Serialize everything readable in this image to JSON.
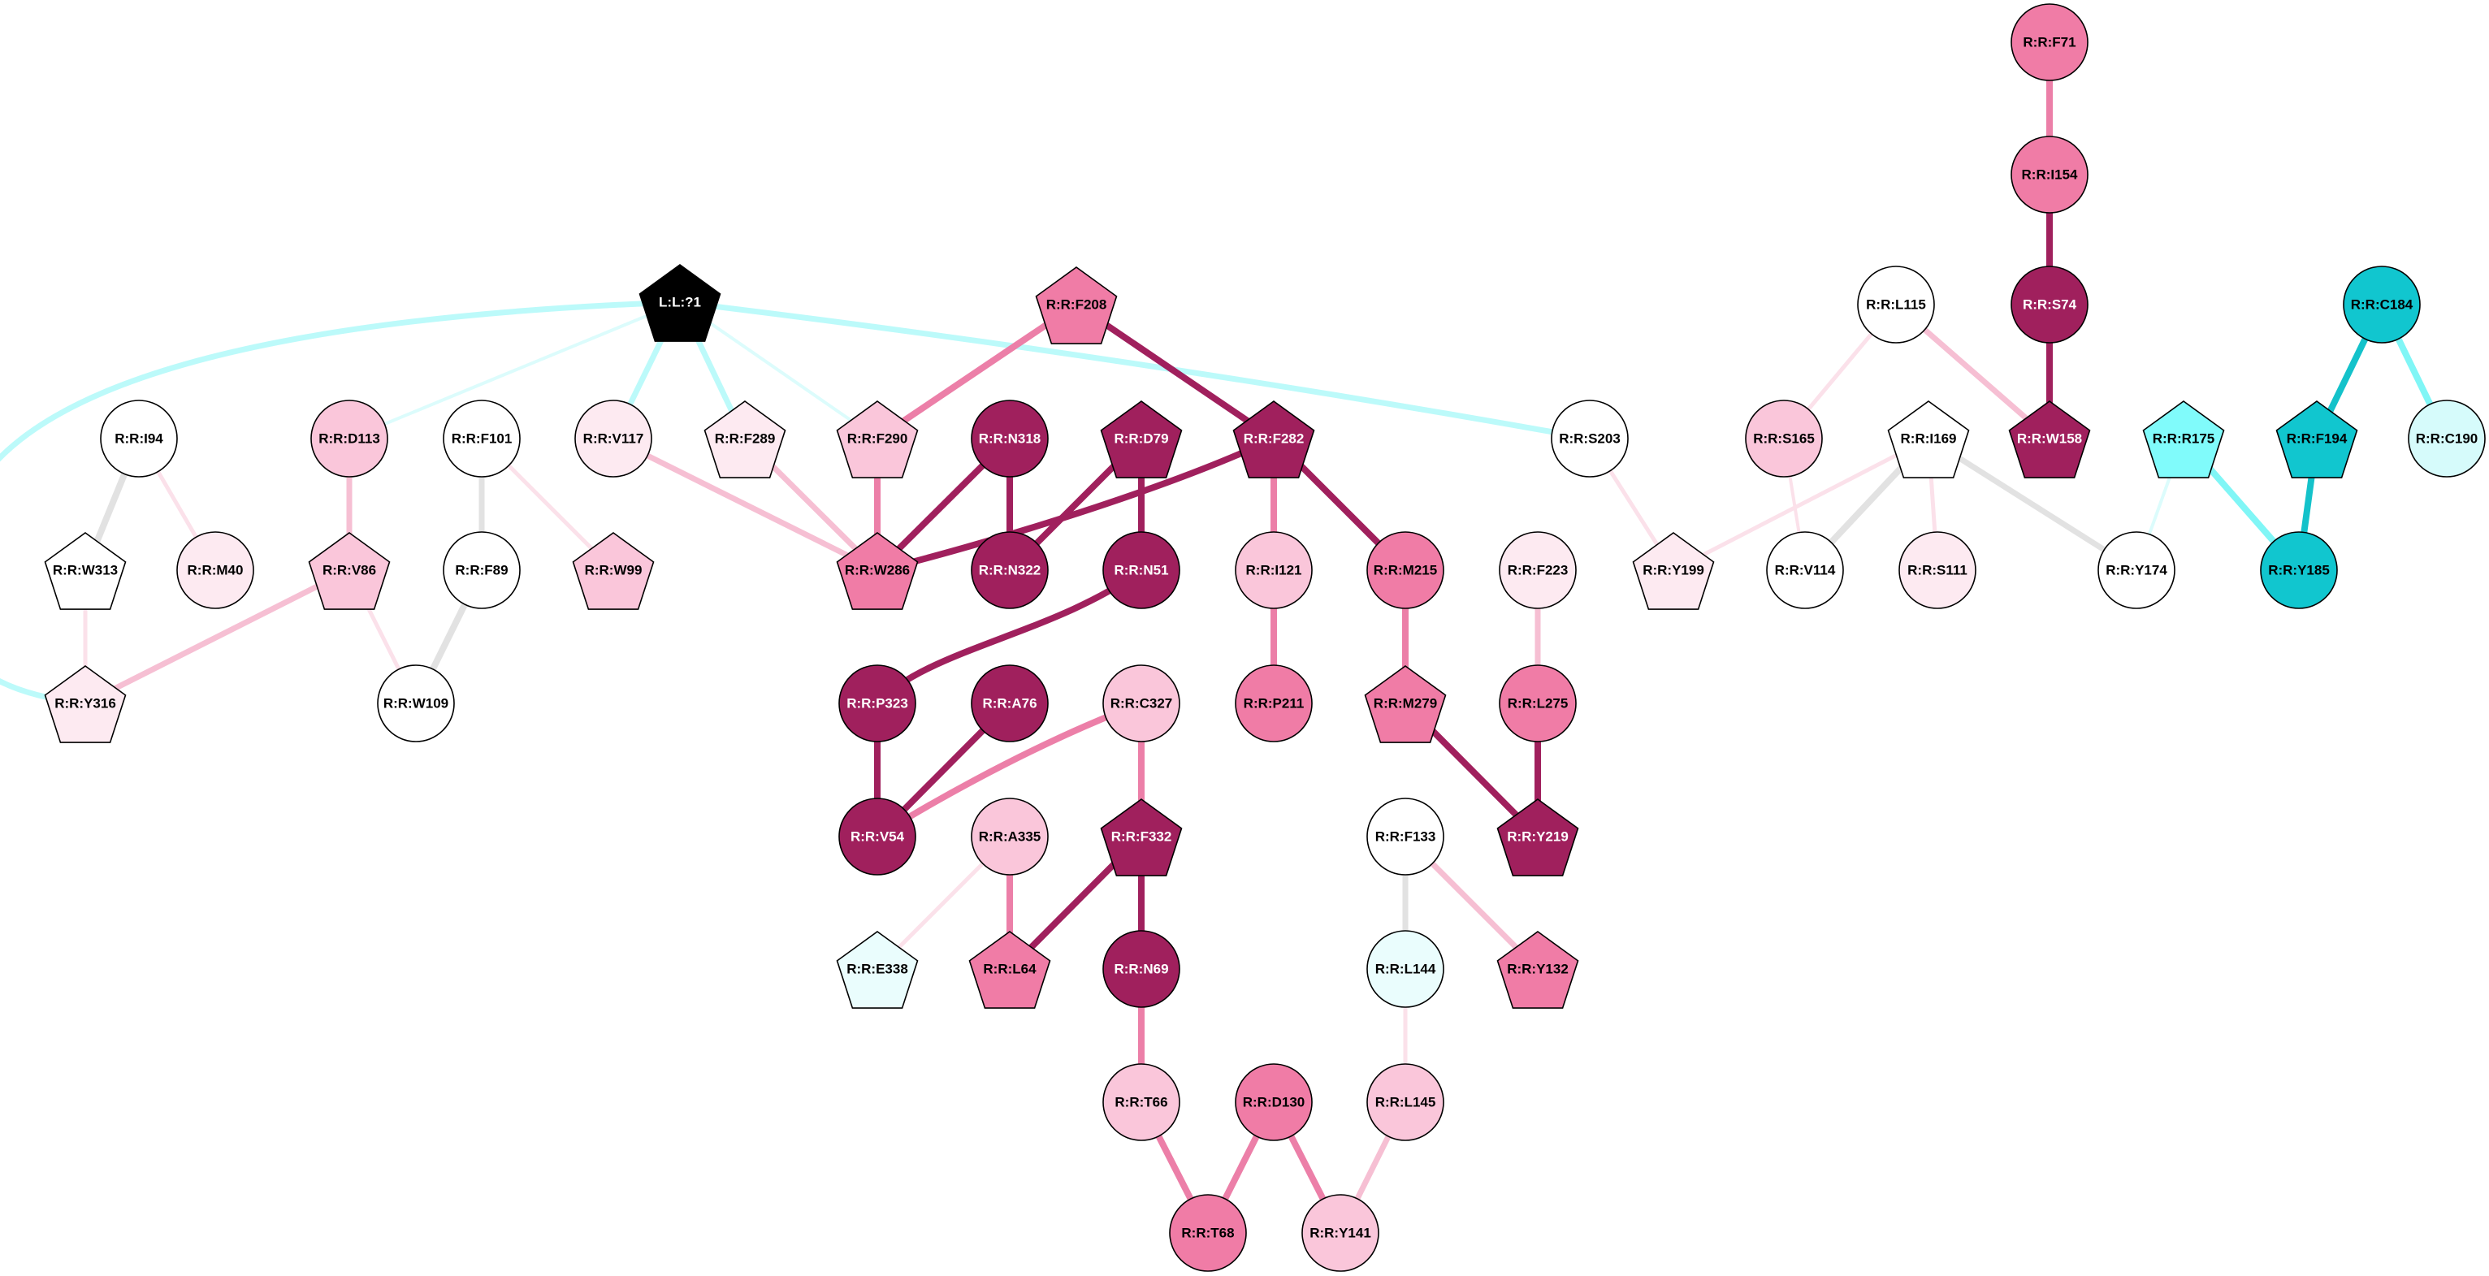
{
  "colors": {
    "white": "#ffffff",
    "pink_faint": "#fdeaf1",
    "pink_light": "#fac6da",
    "pink_mid": "#f07ca6",
    "magenta_dark": "#a0205d",
    "cyan_faint": "#eafdfd",
    "cyan_light": "#d6fbfb",
    "cyan_mid": "#80fbfb",
    "cyan_dark": "#11c6cf",
    "black": "#000000",
    "edge_gray": "#e2e2e2",
    "edge_pink_faint": "#fbe1ea",
    "edge_pink_light": "#f6bfd3",
    "edge_pink_mid": "#ec7fa8",
    "edge_magenta": "#a0205d",
    "edge_cyan_faint": "#dcfcfc",
    "edge_cyan_light": "#bcfafa",
    "edge_cyan_mid": "#80f6f6",
    "edge_cyan_dark": "#14c2ca"
  },
  "nodes": [
    {
      "id": "L:L:?1",
      "label": "L:L:?1",
      "shape": "pentagon",
      "fill": "black",
      "text": "white"
    },
    {
      "id": "R:R:F208",
      "label": "R:R:F208",
      "shape": "pentagon",
      "fill": "pink_mid",
      "text": "black"
    },
    {
      "id": "R:R:F71",
      "label": "R:R:F71",
      "shape": "circle",
      "fill": "pink_mid",
      "text": "black"
    },
    {
      "id": "R:R:I154",
      "label": "R:R:I154",
      "shape": "circle",
      "fill": "pink_mid",
      "text": "black"
    },
    {
      "id": "R:R:S74",
      "label": "R:R:S74",
      "shape": "circle",
      "fill": "magenta_dark",
      "text": "white"
    },
    {
      "id": "R:R:L115",
      "label": "R:R:L115",
      "shape": "circle",
      "fill": "white",
      "text": "black"
    },
    {
      "id": "R:R:C184",
      "label": "R:R:C184",
      "shape": "circle",
      "fill": "cyan_dark",
      "text": "black"
    },
    {
      "id": "R:R:I94",
      "label": "R:R:I94",
      "shape": "circle",
      "fill": "white",
      "text": "black"
    },
    {
      "id": "R:R:D113",
      "label": "R:R:D113",
      "shape": "circle",
      "fill": "pink_light",
      "text": "black"
    },
    {
      "id": "R:R:F101",
      "label": "R:R:F101",
      "shape": "circle",
      "fill": "white",
      "text": "black"
    },
    {
      "id": "R:R:V117",
      "label": "R:R:V117",
      "shape": "circle",
      "fill": "pink_faint",
      "text": "black"
    },
    {
      "id": "R:R:F289",
      "label": "R:R:F289",
      "shape": "pentagon",
      "fill": "pink_faint",
      "text": "black"
    },
    {
      "id": "R:R:F290",
      "label": "R:R:F290",
      "shape": "pentagon",
      "fill": "pink_light",
      "text": "black"
    },
    {
      "id": "R:R:N318",
      "label": "R:R:N318",
      "shape": "circle",
      "fill": "magenta_dark",
      "text": "white"
    },
    {
      "id": "R:R:D79",
      "label": "R:R:D79",
      "shape": "pentagon",
      "fill": "magenta_dark",
      "text": "white"
    },
    {
      "id": "R:R:F282",
      "label": "R:R:F282",
      "shape": "pentagon",
      "fill": "magenta_dark",
      "text": "white"
    },
    {
      "id": "R:R:S203",
      "label": "R:R:S203",
      "shape": "circle",
      "fill": "white",
      "text": "black"
    },
    {
      "id": "R:R:S165",
      "label": "R:R:S165",
      "shape": "circle",
      "fill": "pink_light",
      "text": "black"
    },
    {
      "id": "R:R:I169",
      "label": "R:R:I169",
      "shape": "pentagon",
      "fill": "white",
      "text": "black"
    },
    {
      "id": "R:R:W158",
      "label": "R:R:W158",
      "shape": "pentagon",
      "fill": "magenta_dark",
      "text": "white"
    },
    {
      "id": "R:R:R175",
      "label": "R:R:R175",
      "shape": "pentagon",
      "fill": "cyan_mid",
      "text": "black"
    },
    {
      "id": "R:R:F194",
      "label": "R:R:F194",
      "shape": "pentagon",
      "fill": "cyan_dark",
      "text": "black"
    },
    {
      "id": "R:R:C190",
      "label": "R:R:C190",
      "shape": "circle",
      "fill": "cyan_light",
      "text": "black"
    },
    {
      "id": "R:R:W313",
      "label": "R:R:W313",
      "shape": "pentagon",
      "fill": "white",
      "text": "black"
    },
    {
      "id": "R:R:M40",
      "label": "R:R:M40",
      "shape": "circle",
      "fill": "pink_faint",
      "text": "black"
    },
    {
      "id": "R:R:V86",
      "label": "R:R:V86",
      "shape": "pentagon",
      "fill": "pink_light",
      "text": "black"
    },
    {
      "id": "R:R:F89",
      "label": "R:R:F89",
      "shape": "circle",
      "fill": "white",
      "text": "black"
    },
    {
      "id": "R:R:W99",
      "label": "R:R:W99",
      "shape": "pentagon",
      "fill": "pink_light",
      "text": "black"
    },
    {
      "id": "R:R:W286",
      "label": "R:R:W286",
      "shape": "pentagon",
      "fill": "pink_mid",
      "text": "black"
    },
    {
      "id": "R:R:N322",
      "label": "R:R:N322",
      "shape": "circle",
      "fill": "magenta_dark",
      "text": "white"
    },
    {
      "id": "R:R:N51",
      "label": "R:R:N51",
      "shape": "circle",
      "fill": "magenta_dark",
      "text": "white"
    },
    {
      "id": "R:R:I121",
      "label": "R:R:I121",
      "shape": "circle",
      "fill": "pink_light",
      "text": "black"
    },
    {
      "id": "R:R:M215",
      "label": "R:R:M215",
      "shape": "circle",
      "fill": "pink_mid",
      "text": "black"
    },
    {
      "id": "R:R:F223",
      "label": "R:R:F223",
      "shape": "circle",
      "fill": "pink_faint",
      "text": "black"
    },
    {
      "id": "R:R:Y199",
      "label": "R:R:Y199",
      "shape": "pentagon",
      "fill": "pink_faint",
      "text": "black"
    },
    {
      "id": "R:R:V114",
      "label": "R:R:V114",
      "shape": "circle",
      "fill": "white",
      "text": "black"
    },
    {
      "id": "R:R:S111",
      "label": "R:R:S111",
      "shape": "circle",
      "fill": "pink_faint",
      "text": "black"
    },
    {
      "id": "R:R:Y174",
      "label": "R:R:Y174",
      "shape": "circle",
      "fill": "white",
      "text": "black"
    },
    {
      "id": "R:R:Y185",
      "label": "R:R:Y185",
      "shape": "circle",
      "fill": "cyan_dark",
      "text": "black"
    },
    {
      "id": "R:R:Y316",
      "label": "R:R:Y316",
      "shape": "pentagon",
      "fill": "pink_faint",
      "text": "black"
    },
    {
      "id": "R:R:W109",
      "label": "R:R:W109",
      "shape": "circle",
      "fill": "white",
      "text": "black"
    },
    {
      "id": "R:R:P323",
      "label": "R:R:P323",
      "shape": "circle",
      "fill": "magenta_dark",
      "text": "white"
    },
    {
      "id": "R:R:A76",
      "label": "R:R:A76",
      "shape": "circle",
      "fill": "magenta_dark",
      "text": "white"
    },
    {
      "id": "R:R:C327",
      "label": "R:R:C327",
      "shape": "circle",
      "fill": "pink_light",
      "text": "black"
    },
    {
      "id": "R:R:P211",
      "label": "R:R:P211",
      "shape": "circle",
      "fill": "pink_mid",
      "text": "black"
    },
    {
      "id": "R:R:M279",
      "label": "R:R:M279",
      "shape": "pentagon",
      "fill": "pink_mid",
      "text": "black"
    },
    {
      "id": "R:R:L275",
      "label": "R:R:L275",
      "shape": "circle",
      "fill": "pink_mid",
      "text": "black"
    },
    {
      "id": "R:R:V54",
      "label": "R:R:V54",
      "shape": "circle",
      "fill": "magenta_dark",
      "text": "white"
    },
    {
      "id": "R:R:A335",
      "label": "R:R:A335",
      "shape": "circle",
      "fill": "pink_light",
      "text": "black"
    },
    {
      "id": "R:R:F332",
      "label": "R:R:F332",
      "shape": "pentagon",
      "fill": "magenta_dark",
      "text": "white"
    },
    {
      "id": "R:R:F133",
      "label": "R:R:F133",
      "shape": "circle",
      "fill": "white",
      "text": "black"
    },
    {
      "id": "R:R:Y219",
      "label": "R:R:Y219",
      "shape": "pentagon",
      "fill": "magenta_dark",
      "text": "white"
    },
    {
      "id": "R:R:E338",
      "label": "R:R:E338",
      "shape": "pentagon",
      "fill": "cyan_faint",
      "text": "black"
    },
    {
      "id": "R:R:L64",
      "label": "R:R:L64",
      "shape": "pentagon",
      "fill": "pink_mid",
      "text": "black"
    },
    {
      "id": "R:R:N69",
      "label": "R:R:N69",
      "shape": "circle",
      "fill": "magenta_dark",
      "text": "white"
    },
    {
      "id": "R:R:L144",
      "label": "R:R:L144",
      "shape": "circle",
      "fill": "cyan_faint",
      "text": "black"
    },
    {
      "id": "R:R:Y132",
      "label": "R:R:Y132",
      "shape": "pentagon",
      "fill": "pink_mid",
      "text": "black"
    },
    {
      "id": "R:R:T66",
      "label": "R:R:T66",
      "shape": "circle",
      "fill": "pink_light",
      "text": "black"
    },
    {
      "id": "R:R:D130",
      "label": "R:R:D130",
      "shape": "circle",
      "fill": "pink_mid",
      "text": "black"
    },
    {
      "id": "R:R:L145",
      "label": "R:R:L145",
      "shape": "circle",
      "fill": "pink_light",
      "text": "black"
    },
    {
      "id": "R:R:T68",
      "label": "R:R:T68",
      "shape": "circle",
      "fill": "pink_mid",
      "text": "black"
    },
    {
      "id": "R:R:Y141",
      "label": "R:R:Y141",
      "shape": "circle",
      "fill": "pink_light",
      "text": "black"
    }
  ],
  "edges": [
    {
      "from": "L:L:?1",
      "to": "R:R:Y316",
      "color": "edge_cyan_light",
      "weight": 7
    },
    {
      "from": "L:L:?1",
      "to": "R:R:D113",
      "color": "edge_cyan_faint",
      "weight": 4
    },
    {
      "from": "L:L:?1",
      "to": "R:R:V117",
      "color": "edge_cyan_light",
      "weight": 7
    },
    {
      "from": "L:L:?1",
      "to": "R:R:F289",
      "color": "edge_cyan_light",
      "weight": 7
    },
    {
      "from": "L:L:?1",
      "to": "R:R:F290",
      "color": "edge_cyan_faint",
      "weight": 4
    },
    {
      "from": "L:L:?1",
      "to": "R:R:S203",
      "color": "edge_cyan_light",
      "weight": 7
    },
    {
      "from": "R:R:F208",
      "to": "R:R:F290",
      "color": "edge_pink_mid",
      "weight": 8
    },
    {
      "from": "R:R:F208",
      "to": "R:R:F282",
      "color": "edge_magenta",
      "weight": 8
    },
    {
      "from": "R:R:F71",
      "to": "R:R:I154",
      "color": "edge_pink_mid",
      "weight": 8
    },
    {
      "from": "R:R:I154",
      "to": "R:R:S74",
      "color": "edge_magenta",
      "weight": 8
    },
    {
      "from": "R:R:S74",
      "to": "R:R:W158",
      "color": "edge_magenta",
      "weight": 8
    },
    {
      "from": "R:R:L115",
      "to": "R:R:W158",
      "color": "edge_pink_light",
      "weight": 7
    },
    {
      "from": "R:R:L115",
      "to": "R:R:S165",
      "color": "edge_pink_faint",
      "weight": 5
    },
    {
      "from": "R:R:C184",
      "to": "R:R:F194",
      "color": "edge_cyan_dark",
      "weight": 8
    },
    {
      "from": "R:R:C184",
      "to": "R:R:C190",
      "color": "edge_cyan_mid",
      "weight": 8
    },
    {
      "from": "R:R:F194",
      "to": "R:R:Y185",
      "color": "edge_cyan_dark",
      "weight": 8
    },
    {
      "from": "R:R:R175",
      "to": "R:R:Y185",
      "color": "edge_cyan_mid",
      "weight": 8
    },
    {
      "from": "R:R:R175",
      "to": "R:R:Y174",
      "color": "edge_cyan_faint",
      "weight": 4
    },
    {
      "from": "R:R:I94",
      "to": "R:R:W313",
      "color": "edge_gray",
      "weight": 8
    },
    {
      "from": "R:R:I94",
      "to": "R:R:M40",
      "color": "edge_pink_faint",
      "weight": 5
    },
    {
      "from": "R:R:D113",
      "to": "R:R:V86",
      "color": "edge_pink_light",
      "weight": 7
    },
    {
      "from": "R:R:F101",
      "to": "R:R:F89",
      "color": "edge_gray",
      "weight": 7
    },
    {
      "from": "R:R:F101",
      "to": "R:R:W99",
      "color": "edge_pink_faint",
      "weight": 5
    },
    {
      "from": "R:R:V117",
      "to": "R:R:W286",
      "color": "edge_pink_light",
      "weight": 7
    },
    {
      "from": "R:R:F289",
      "to": "R:R:W286",
      "color": "edge_pink_light",
      "weight": 7
    },
    {
      "from": "R:R:F290",
      "to": "R:R:W286",
      "color": "edge_pink_mid",
      "weight": 8
    },
    {
      "from": "R:R:N318",
      "to": "R:R:W286",
      "color": "edge_magenta",
      "weight": 8
    },
    {
      "from": "R:R:N318",
      "to": "R:R:N322",
      "color": "edge_magenta",
      "weight": 8
    },
    {
      "from": "R:R:D79",
      "to": "R:R:N322",
      "color": "edge_magenta",
      "weight": 8
    },
    {
      "from": "R:R:D79",
      "to": "R:R:N51",
      "color": "edge_magenta",
      "weight": 8
    },
    {
      "from": "R:R:F282",
      "to": "R:R:W286",
      "color": "edge_magenta",
      "weight": 8,
      "curved": true
    },
    {
      "from": "R:R:F282",
      "to": "R:R:I121",
      "color": "edge_pink_mid",
      "weight": 8
    },
    {
      "from": "R:R:F282",
      "to": "R:R:M215",
      "color": "edge_magenta",
      "weight": 8
    },
    {
      "from": "R:R:S203",
      "to": "R:R:Y199",
      "color": "edge_pink_faint",
      "weight": 5
    },
    {
      "from": "R:R:S165",
      "to": "R:R:V114",
      "color": "edge_pink_faint",
      "weight": 4
    },
    {
      "from": "R:R:I169",
      "to": "R:R:Y199",
      "color": "edge_pink_faint",
      "weight": 5
    },
    {
      "from": "R:R:I169",
      "to": "R:R:V114",
      "color": "edge_gray",
      "weight": 8
    },
    {
      "from": "R:R:I169",
      "to": "R:R:S111",
      "color": "edge_pink_faint",
      "weight": 5
    },
    {
      "from": "R:R:I169",
      "to": "R:R:Y174",
      "color": "edge_gray",
      "weight": 7
    },
    {
      "from": "R:R:W313",
      "to": "R:R:Y316",
      "color": "edge_pink_faint",
      "weight": 5
    },
    {
      "from": "R:R:V86",
      "to": "R:R:Y316",
      "color": "edge_pink_light",
      "weight": 7
    },
    {
      "from": "R:R:V86",
      "to": "R:R:W109",
      "color": "edge_pink_faint",
      "weight": 5
    },
    {
      "from": "R:R:F89",
      "to": "R:R:W109",
      "color": "edge_gray",
      "weight": 8
    },
    {
      "from": "R:R:N51",
      "to": "R:R:P323",
      "color": "edge_magenta",
      "weight": 8,
      "curved": true
    },
    {
      "from": "R:R:I121",
      "to": "R:R:P211",
      "color": "edge_pink_mid",
      "weight": 8
    },
    {
      "from": "R:R:M215",
      "to": "R:R:M279",
      "color": "edge_pink_mid",
      "weight": 8
    },
    {
      "from": "R:R:M279",
      "to": "R:R:Y219",
      "color": "edge_magenta",
      "weight": 8
    },
    {
      "from": "R:R:F223",
      "to": "R:R:L275",
      "color": "edge_pink_light",
      "weight": 7
    },
    {
      "from": "R:R:L275",
      "to": "R:R:Y219",
      "color": "edge_magenta",
      "weight": 8
    },
    {
      "from": "R:R:P323",
      "to": "R:R:V54",
      "color": "edge_magenta",
      "weight": 8
    },
    {
      "from": "R:R:A76",
      "to": "R:R:V54",
      "color": "edge_magenta",
      "weight": 8
    },
    {
      "from": "R:R:C327",
      "to": "R:R:V54",
      "color": "edge_pink_mid",
      "weight": 8,
      "curved": true
    },
    {
      "from": "R:R:C327",
      "to": "R:R:F332",
      "color": "edge_pink_mid",
      "weight": 8
    },
    {
      "from": "R:R:F332",
      "to": "R:R:L64",
      "color": "edge_magenta",
      "weight": 8
    },
    {
      "from": "R:R:F332",
      "to": "R:R:N69",
      "color": "edge_magenta",
      "weight": 8
    },
    {
      "from": "R:R:A335",
      "to": "R:R:L64",
      "color": "edge_pink_mid",
      "weight": 8
    },
    {
      "from": "R:R:A335",
      "to": "R:R:E338",
      "color": "edge_pink_faint",
      "weight": 5
    },
    {
      "from": "R:R:F133",
      "to": "R:R:L144",
      "color": "edge_gray",
      "weight": 7
    },
    {
      "from": "R:R:F133",
      "to": "R:R:Y132",
      "color": "edge_pink_light",
      "weight": 7
    },
    {
      "from": "R:R:N69",
      "to": "R:R:T66",
      "color": "edge_pink_mid",
      "weight": 8
    },
    {
      "from": "R:R:L144",
      "to": "R:R:L145",
      "color": "edge_pink_faint",
      "weight": 5
    },
    {
      "from": "R:R:T66",
      "to": "R:R:T68",
      "color": "edge_pink_mid",
      "weight": 8
    },
    {
      "from": "R:R:D130",
      "to": "R:R:T68",
      "color": "edge_pink_mid",
      "weight": 8
    },
    {
      "from": "R:R:D130",
      "to": "R:R:Y141",
      "color": "edge_pink_mid",
      "weight": 8
    },
    {
      "from": "R:R:L145",
      "to": "R:R:Y141",
      "color": "edge_pink_light",
      "weight": 7
    }
  ]
}
